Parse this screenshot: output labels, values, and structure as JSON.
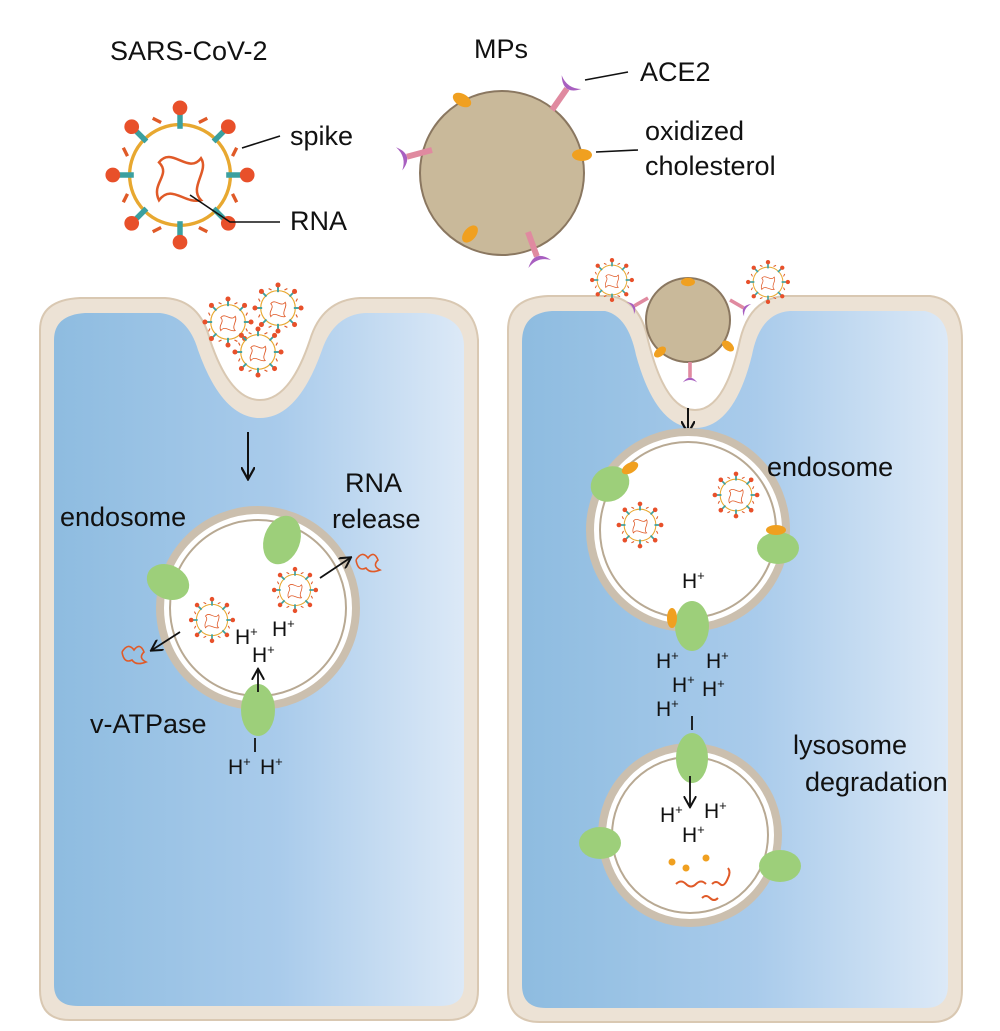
{
  "labels": {
    "sars_cov_2": "SARS-CoV-2",
    "mps": "MPs",
    "spike": "spike",
    "rna": "RNA",
    "ace2": "ACE2",
    "oxidized": "oxidized",
    "cholesterol": "cholesterol",
    "endosome_left": "endosome",
    "rna_release_1": "RNA",
    "rna_release_2": "release",
    "v_atpase": "v-ATPase",
    "endosome_right": "endosome",
    "lysosome": "lysosome",
    "degradation": "degradation"
  },
  "proton": {
    "base": "H",
    "charge": "+"
  },
  "colors": {
    "cell_fill_dark": "#8fbde0",
    "cell_fill_light": "#d6e5f5",
    "membrane": "#e6d6c3",
    "mp_fill": "#c9b99a",
    "mp_stroke": "#8a7760",
    "pump": "#9dcf7a",
    "oxidized_cholesterol": "#f0a020",
    "virus_spike_tip": "#e8502a",
    "ace2": "#b86fc0",
    "rna": "#e05a28"
  }
}
